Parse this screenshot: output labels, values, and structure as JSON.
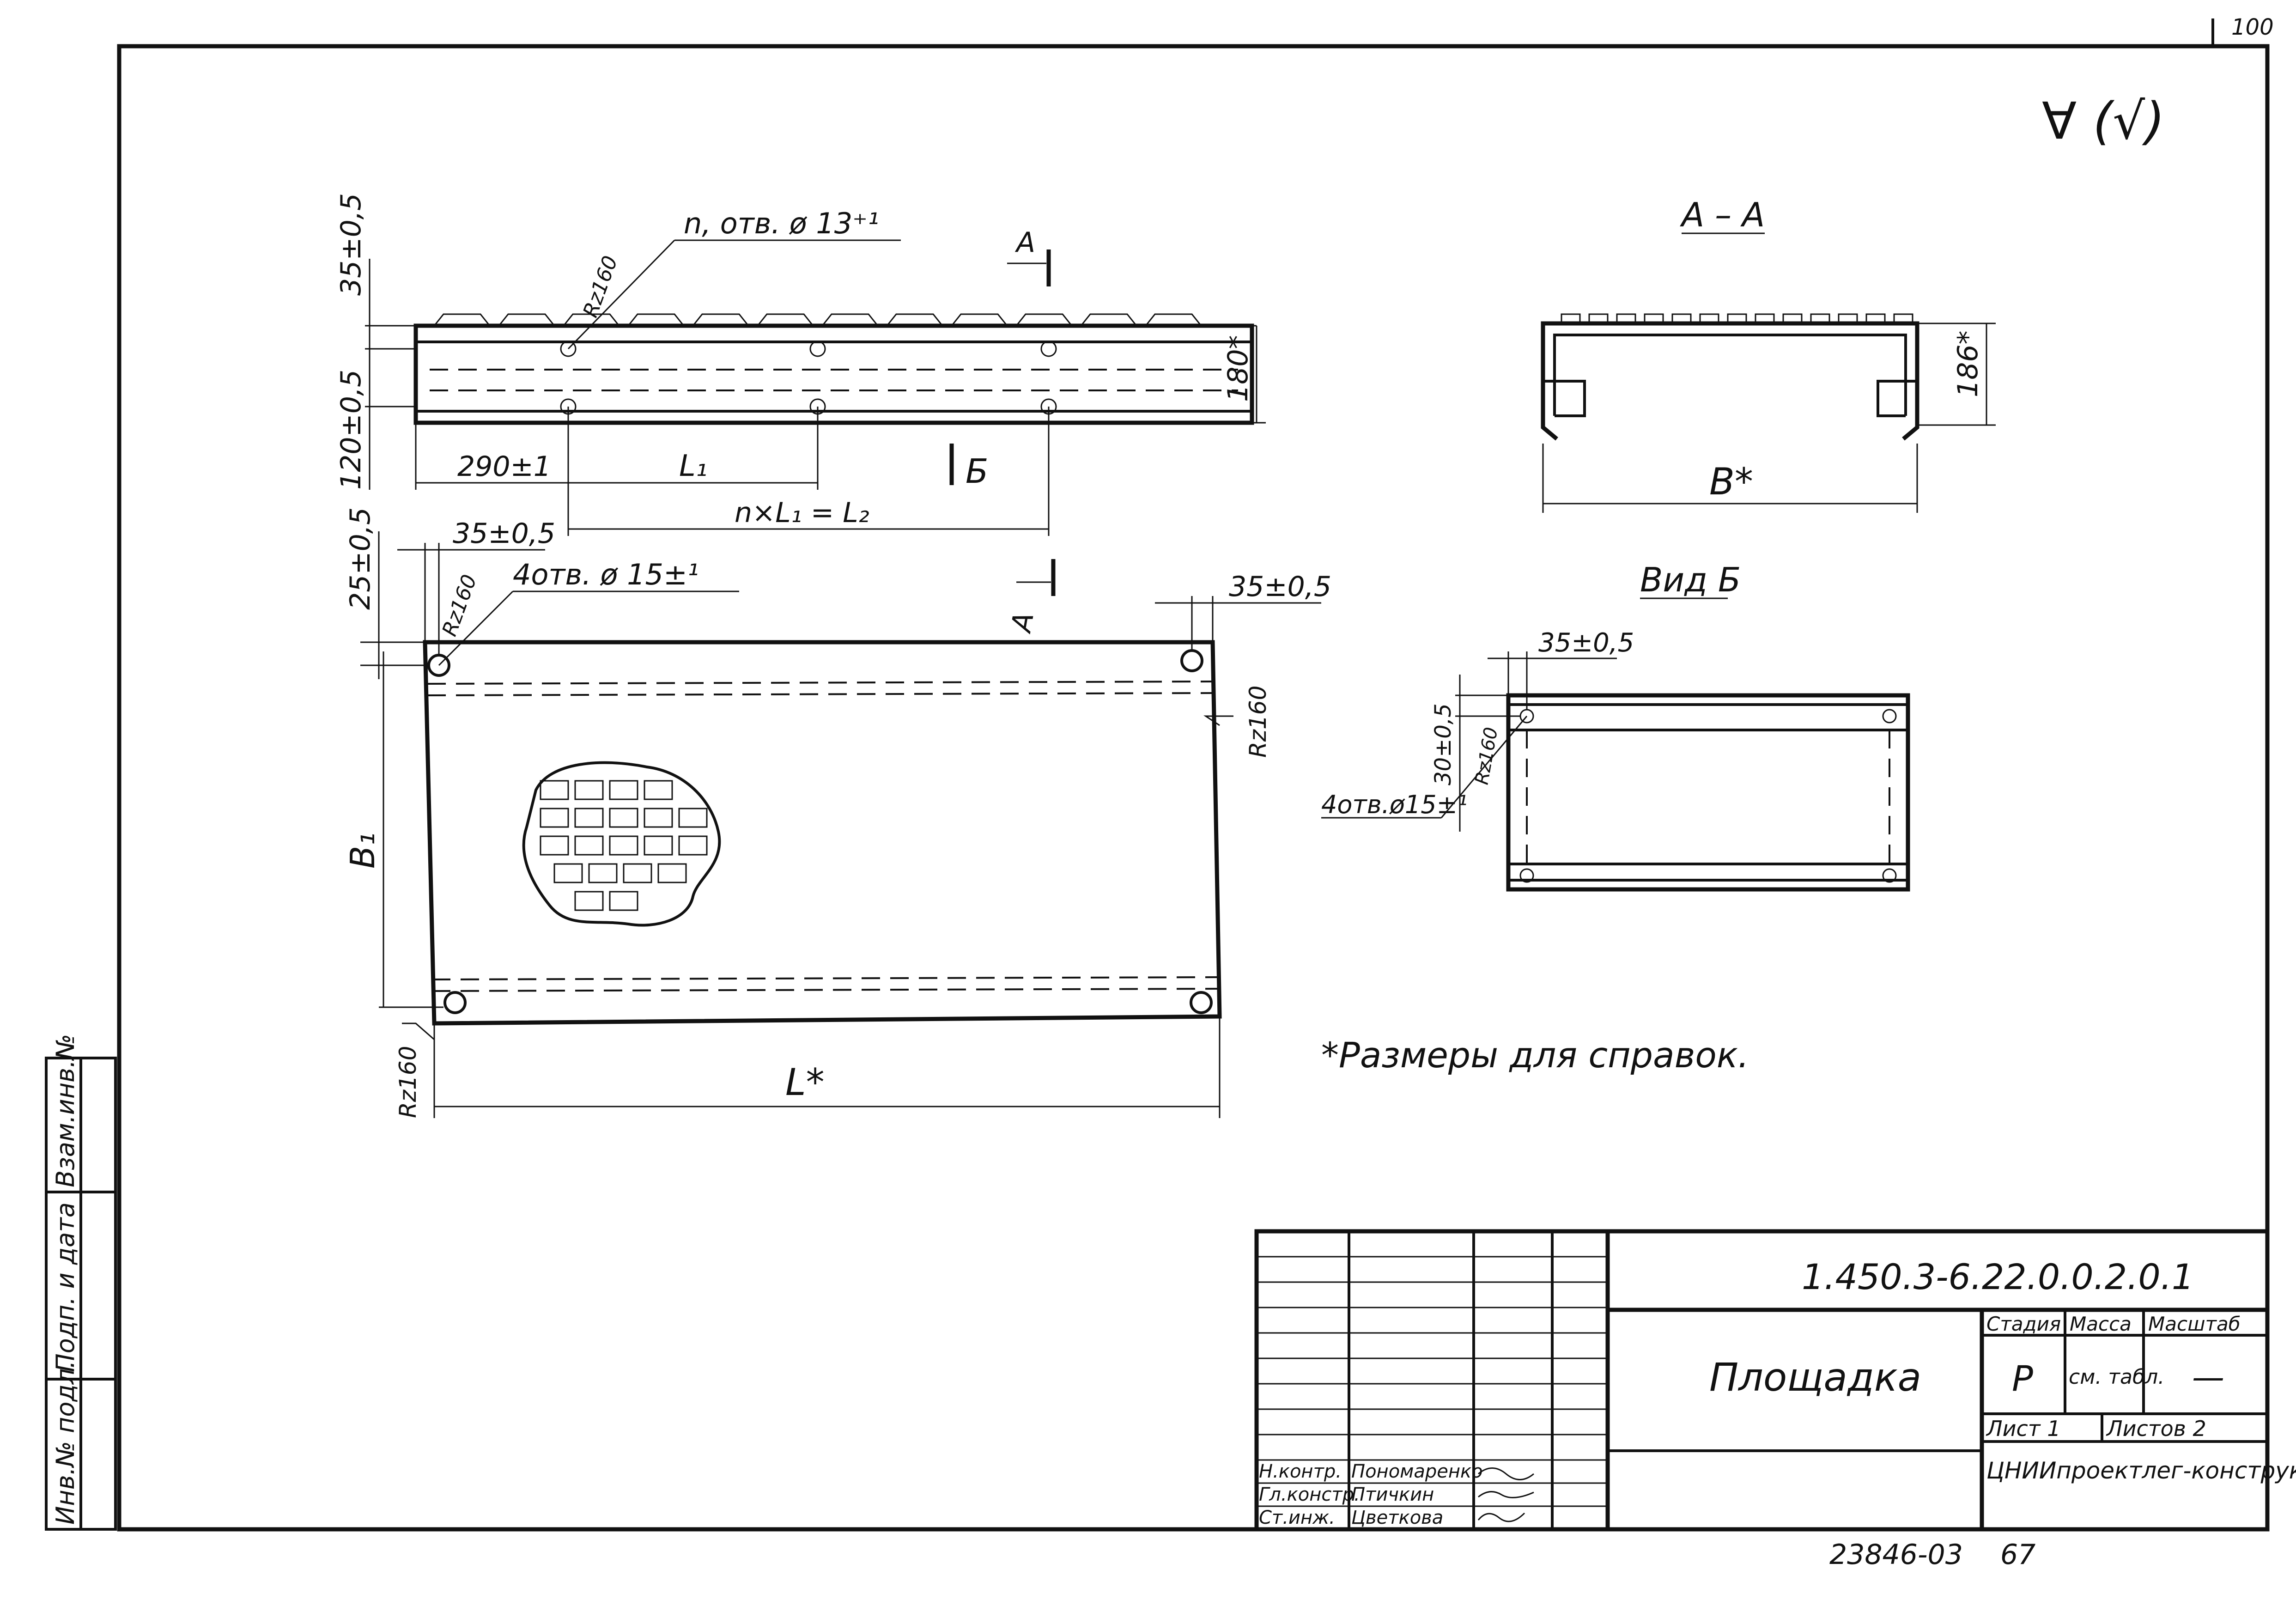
{
  "sheet": {
    "corner_number": "100",
    "roughness_mark": "∀ (√)",
    "footer_code": "23846-03",
    "footer_page": "67"
  },
  "side_margin": {
    "cell_1": "Взам.инв.№",
    "cell_2": "Подп. и дата",
    "cell_3": "Инв.№ подл."
  },
  "views": {
    "top_view": {
      "dim_35": "35±0,5",
      "dim_120": "120±0,5",
      "holes_note": "n, отв. ø 13⁺¹",
      "roughness": "Rz160",
      "dim_290": "290±1",
      "dim_L1": "L₁",
      "dim_nL1": "n×L₁ = L₂",
      "dim_180": "180*",
      "section_A": "А",
      "view_B_mark": "Б"
    },
    "plan_view": {
      "dim_35_left": "35±0,5",
      "dim_25": "25±0,5",
      "holes_note": "4отв. ø 15±¹",
      "roughness_top": "Rz160",
      "dim_35_right": "35±0,5",
      "roughness_right": "Rz160",
      "dim_B1": "B₁",
      "roughness_bottom": "Rz160",
      "dim_L": "L*",
      "section_A": "А"
    },
    "section_AA": {
      "title": "А – А",
      "dim_186": "186*",
      "dim_B": "B*"
    },
    "view_B": {
      "title": "Вид Б",
      "dim_35": "35±0,5",
      "dim_30": "30±0,5",
      "roughness": "Rz160",
      "holes_note": "4отв.ø15±¹"
    },
    "note": "*Размеры для справок."
  },
  "title_block": {
    "doc_number": "1.450.3-6.22.0.0.2.0.1",
    "part_name": "Площадка",
    "stage_header": "Стадия",
    "mass_header": "Масса",
    "scale_header": "Масштаб",
    "stage_value": "Р",
    "mass_value": "см. табл.",
    "scale_value": "—",
    "sheet_label": "Лист 1",
    "sheets_label": "Листов 2",
    "org_name": "ЦНИИпроектлег-конструкция",
    "signatures": [
      {
        "role": "Н.контр.",
        "name": "Пономаренко"
      },
      {
        "role": "Гл.констр.",
        "name": "Птичкин"
      },
      {
        "role": "Ст.инж.",
        "name": "Цветкова"
      }
    ]
  }
}
